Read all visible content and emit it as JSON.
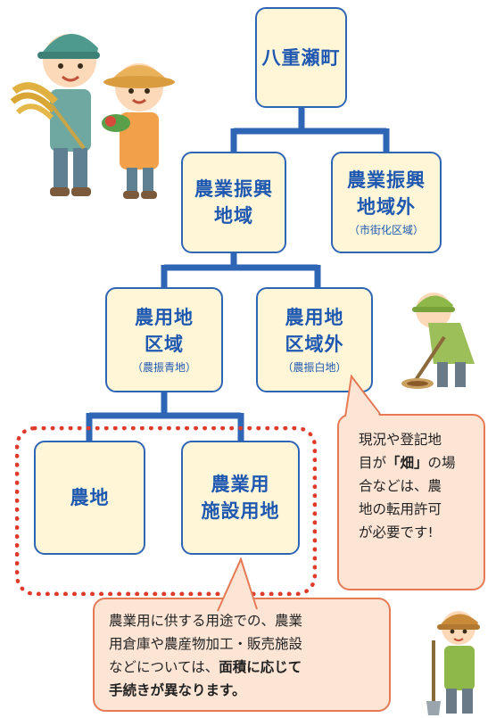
{
  "boxes": {
    "root": {
      "title": "八重瀬町"
    },
    "promo": {
      "title": "農業振興\n地域"
    },
    "outside": {
      "title": "農業振興\n地域外",
      "sub": "（市街化区域）"
    },
    "farm_area": {
      "title": "農用地\n区域",
      "sub": "（農振青地）"
    },
    "farm_outside": {
      "title": "農用地\n区域外",
      "sub": "（農振白地）"
    },
    "farmland": {
      "title": "農地"
    },
    "facility": {
      "title": "農業用\n施設用地"
    }
  },
  "callout_right": {
    "l1": "現況や登記地",
    "l2a": "目が",
    "l2b": "「畑」",
    "l2c": "の場",
    "l3": "合などは、農",
    "l4": "地の転用許可",
    "l5": "が必要です!"
  },
  "callout_bottom": {
    "l1": "農業用に供する用途での、農業",
    "l2": "用倉庫や農産物加工・販売施設",
    "l3a": "などについては、",
    "l3b": "面積に応じて",
    "l4": "手続きが異なります。"
  },
  "colors": {
    "box_fill": "#fff6d8",
    "box_border": "#2f65b5",
    "text_blue": "#1f58b0",
    "connector": "#2f65b5",
    "dotted": "#e03a2a",
    "callout_fill": "#fde5d6",
    "callout_border": "#e57a55"
  },
  "icons": [
    "farmer-couple-icon",
    "farmer-digging-icon",
    "farmer-shovel-icon"
  ]
}
